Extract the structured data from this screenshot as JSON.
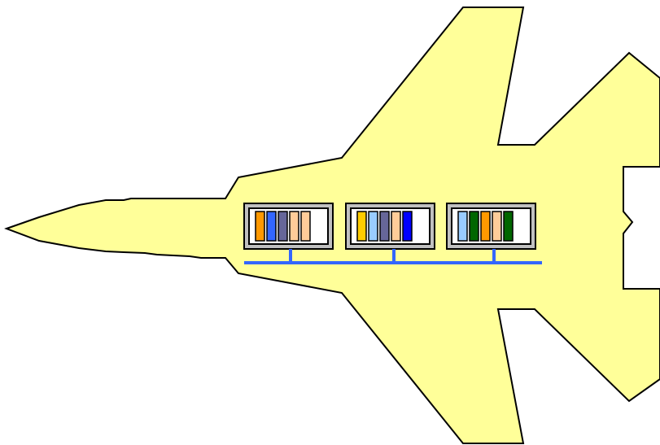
{
  "colors": {
    "background": "#ffffff",
    "fuselage_fill": "#ffff99",
    "outline": "#000000",
    "module_frame_fill": "#c0c0c0",
    "module_inner_fill": "#ffffff",
    "bus": "#3366ff"
  },
  "modules": [
    {
      "id": "module-1",
      "slot_colors": [
        "#ff9900",
        "#3366ff",
        "#666699",
        "#ffcc99",
        "#ffcc99"
      ],
      "has_bus_connector": true
    },
    {
      "id": "module-2",
      "slot_colors": [
        "#ffcc00",
        "#99ccff",
        "#666699",
        "#ffcc99",
        "#0000ff"
      ],
      "has_bus_connector": true
    },
    {
      "id": "module-3",
      "slot_colors": [
        "#99ccff",
        "#006600",
        "#ff9900",
        "#ffcc99",
        "#006600"
      ],
      "has_bus_connector": true
    }
  ]
}
